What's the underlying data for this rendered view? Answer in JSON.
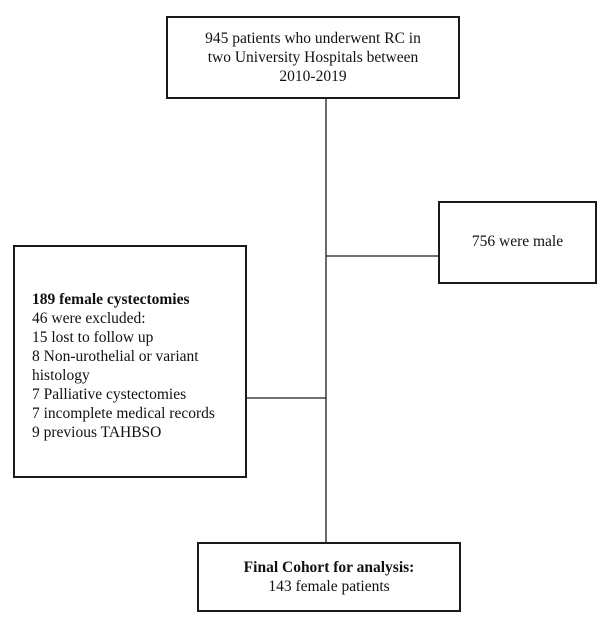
{
  "flowchart": {
    "top_box": {
      "text": "945 patients who underwent RC in\ntwo University Hospitals between\n2010-2019"
    },
    "male_box": {
      "text": "756 were male"
    },
    "female_box": {
      "title": "189 female cystectomies",
      "lines": [
        "46 were excluded:",
        "15 lost to follow up",
        "8 Non-urothelial or variant",
        "histology",
        "7 Palliative cystectomies",
        "7 incomplete medical records",
        "9 previous TAHBSO"
      ]
    },
    "final_box": {
      "title": "Final Cohort for analysis:",
      "subtitle": "143 female patients"
    }
  }
}
